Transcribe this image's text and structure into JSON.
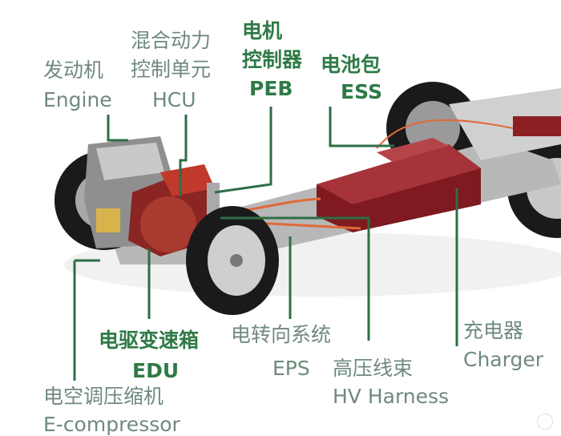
{
  "colors": {
    "label_light": "#6f8a7c",
    "label_bold": "#2f7a47",
    "leader_line": "#2e6e45",
    "battery": "#8c1f24",
    "motor": "#b0302a"
  },
  "labels": {
    "engine": {
      "zh": "发动机",
      "en": "Engine"
    },
    "hcu": {
      "zh1": "混合动力",
      "zh2": "控制单元",
      "en": "HCU"
    },
    "peb": {
      "zh1": "电机",
      "zh2": "控制器",
      "en": "PEB"
    },
    "ess": {
      "zh": "电池包",
      "en": "ESS"
    },
    "edu": {
      "zh": "电驱变速箱",
      "en": "EDU"
    },
    "eps": {
      "zh": "电转向系统",
      "en": "EPS"
    },
    "hv": {
      "zh": "高压线束",
      "en": "HV Harness"
    },
    "charger": {
      "zh": "充电器",
      "en": "Charger"
    },
    "ecomp": {
      "zh": "电空调压缩机",
      "en": "E-compressor"
    }
  }
}
